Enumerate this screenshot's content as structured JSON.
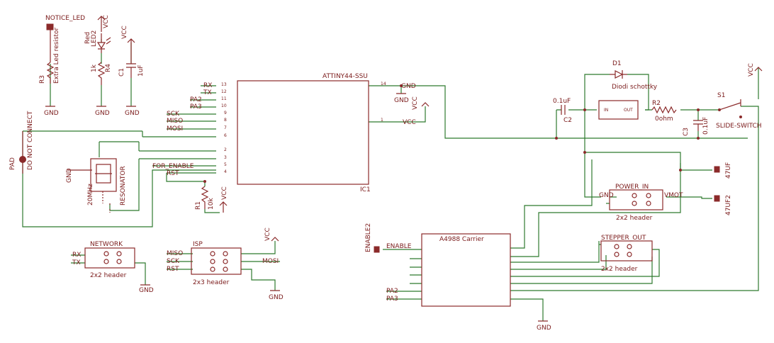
{
  "colors": {
    "wire": "#2f7a2f",
    "part": "#8b2a2a",
    "text": "#7a1a1a",
    "background": "#ffffff"
  },
  "labels": {
    "notice_led": "NOTICE_LED",
    "r3": "R3",
    "extra_resistor": "Extra Led resistor",
    "led2_red": "Red",
    "led2": "LED2",
    "r4_val": "1k",
    "r4": "R4",
    "c1": "C1",
    "c1_val": "1uF",
    "vcc": "VCC",
    "gnd": "GND",
    "pad": "PAD",
    "do_not_connect": "DO NOT CONNECT",
    "resonator": "RESONATOR",
    "mhz": "20MHz",
    "ic_name": "ATTINY44-SSU",
    "ic_ref": "IC1",
    "rx": "RX",
    "tx": "TX",
    "pa2": "PA2",
    "pa3": "PA3",
    "sck": "SCK",
    "miso": "MISO",
    "mosi": "MOSI",
    "for_enable": "FOR_ENABLE",
    "rst": "RST",
    "r1": "R1",
    "r1_val": "10k",
    "d1": "D1",
    "diode": "Diodi schottky",
    "c2_val": "0.1uF",
    "c2": "C2",
    "r2": "R2",
    "r2_val": "0ohm",
    "c3": "C3",
    "c3_val": "0.1uF",
    "s1": "S1",
    "slide": "SLIDE-SWITCH",
    "uf47": "47UF",
    "uf47_2": "47UF2",
    "power_in": "POWER_IN",
    "vmot": "VMOT",
    "header2x2": "2x2 header",
    "network": "NETWORK",
    "isp": "ISP",
    "header2x3": "2x3 header",
    "enable2": "ENABLE2",
    "enable": "ENABLE",
    "a4988": "A4988 Carrier",
    "stepper_out": "STEPPER_OUT",
    "in": "IN",
    "out": "OUT",
    "ic_pin_14": "14",
    "ic_pin_1": "1",
    "pin13": "13",
    "pin12": "12",
    "pin11": "11",
    "pin10": "10",
    "pin9": "9",
    "pin8": "8",
    "pin7": "7",
    "pin6": "6",
    "pin2": "2",
    "pin3": "3",
    "pin5": "5",
    "pin4": "4"
  }
}
